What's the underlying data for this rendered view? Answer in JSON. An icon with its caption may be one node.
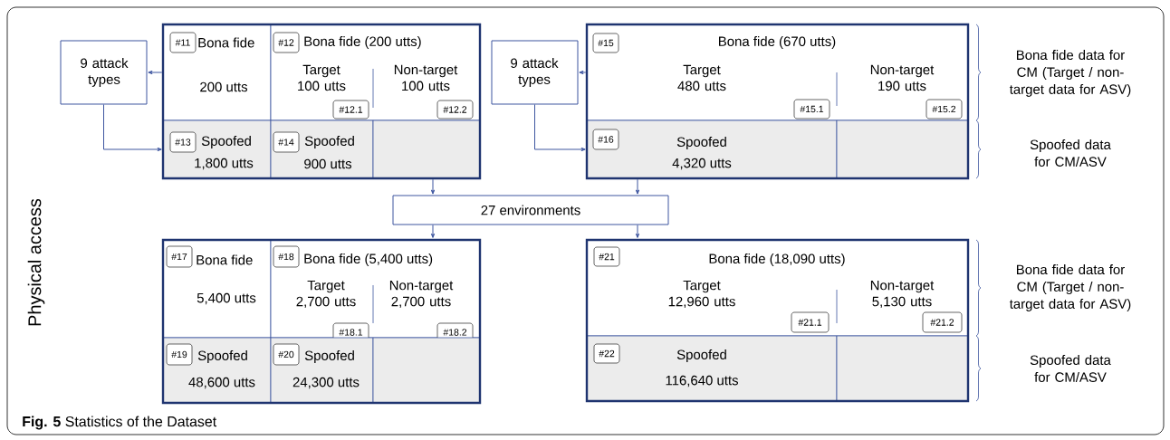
{
  "diagram": {
    "caption": "**Fig. 5** Statistics of the Dataset",
    "nodes": [
      {
        "text": [
          "9 attack types"
        ]
      },
      {
        "text": [],
        "shape": "box"
      },
      {
        "text": [
          "Bona fide",
          "200 utts"
        ],
        "in": 1
      },
      {
        "text": [
          "#11"
        ],
        "in": 2
      },
      {
        "text": [
          "Bona fide (200 utts)",
          "Target 100 utts",
          "Non-target 100 utts"
        ],
        "in": 1
      },
      {
        "text": [
          "#12"
        ],
        "in": 4
      },
      {
        "text": [
          "#12.1"
        ],
        "in": 4
      },
      {
        "text": [
          "#12.2"
        ],
        "in": 4
      },
      {
        "text": [
          "Spoofed",
          "1,800 utts"
        ],
        "in": 1
      },
      {
        "text": [
          "#13"
        ],
        "in": 8
      },
      {
        "text": [
          "Spoofed",
          "900 utts"
        ],
        "in": 1
      },
      {
        "text": [
          "#14"
        ],
        "in": 10
      },
      {
        "text": [],
        "shape": "box",
        "in": 1
      },
      {
        "text": [
          "9 attack types"
        ]
      },
      {
        "text": [],
        "shape": "box"
      },
      {
        "text": [
          "Bona fide (670 utts)",
          "Target 480 utts",
          "Non-target 190 utts"
        ],
        "in": 14
      },
      {
        "text": [
          "#15"
        ],
        "in": 15
      },
      {
        "text": [
          "#15.1"
        ],
        "in": 15
      },
      {
        "text": [
          "#15.2"
        ],
        "in": 15
      },
      {
        "text": [
          "Spoofed",
          "4,320 utts"
        ],
        "in": 14
      },
      {
        "text": [
          "#16"
        ],
        "in": 19
      },
      {
        "text": [],
        "shape": "box",
        "in": 14
      },
      {
        "text": [
          "27 environments"
        ]
      },
      {
        "text": [],
        "shape": "box"
      },
      {
        "text": [
          "Bona fide",
          "5,400 utts"
        ],
        "in": 23
      },
      {
        "text": [
          "#17"
        ],
        "in": 24
      },
      {
        "text": [
          "Bona fide (5,400 utts)",
          "Target 2,700 utts",
          "Non-target 2,700 utts"
        ],
        "in": 23
      },
      {
        "text": [
          "#18"
        ],
        "in": 26
      },
      {
        "text": [
          "#18.1"
        ],
        "in": 26
      },
      {
        "text": [
          "#18.2"
        ],
        "in": 26
      },
      {
        "text": [
          "Spoofed",
          "48,600 utts"
        ],
        "in": 23
      },
      {
        "text": [
          "#19"
        ],
        "in": 30
      },
      {
        "text": [
          "Spoofed",
          "24,300 utts"
        ],
        "in": 23
      },
      {
        "text": [
          "#20"
        ],
        "in": 32
      },
      {
        "text": [],
        "shape": "box",
        "in": 23
      },
      {
        "text": [],
        "shape": "box"
      },
      {
        "text": [
          "Bona fide (18,090 utts)",
          "Target 12,960 utts",
          "Non-target 5,130 utts"
        ],
        "in": 35
      },
      {
        "text": [
          "#21"
        ],
        "in": 36
      },
      {
        "text": [
          "#21.1"
        ],
        "in": 36
      },
      {
        "text": [
          "#21.2"
        ],
        "in": 36
      },
      {
        "text": [
          "Spoofed",
          "116,640 utts"
        ],
        "in": 35
      },
      {
        "text": [
          "#22"
        ],
        "in": 40
      },
      {
        "text": [],
        "shape": "box",
        "in": 35
      }
    ],
    "edges": [
      {
        "from": 1,
        "to": 0,
        "arrow": "to"
      },
      {
        "from": 0,
        "to": 8,
        "arrow": "to"
      },
      {
        "from": 14,
        "to": 13,
        "arrow": "to"
      },
      {
        "from": 13,
        "to": 19,
        "arrow": "to"
      },
      {
        "from": 1,
        "to": 22,
        "arrow": "to"
      },
      {
        "from": 14,
        "to": 22,
        "arrow": "to"
      },
      {
        "from": 22,
        "to": 23,
        "arrow": "to"
      },
      {
        "from": 22,
        "to": 35,
        "arrow": "to"
      }
    ],
    "labels": [
      "Bona fide data for CM (Target / non-target data for ASV)",
      "Spoofed data for CM/ASV",
      "Physical access",
      "Bona fide data for CM (Target / non-target data for ASV)",
      "Spoofed data for CM/ASV"
    ]
  }
}
